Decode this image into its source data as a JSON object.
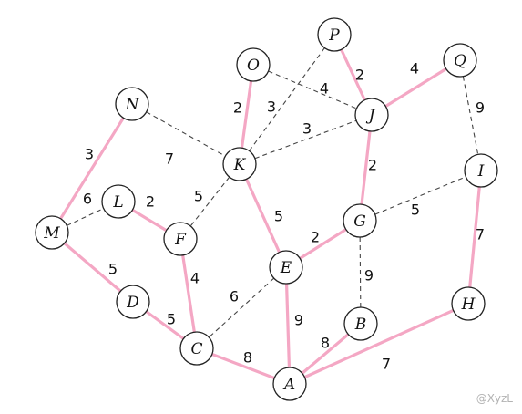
{
  "colors": {
    "tree_edge": "#f4a7c4",
    "other_edge": "#444444"
  },
  "watermark": "@XyzL",
  "nodes": [
    {
      "id": "P",
      "label": "P"
    },
    {
      "id": "Q",
      "label": "Q"
    },
    {
      "id": "O",
      "label": "O"
    },
    {
      "id": "J",
      "label": "J"
    },
    {
      "id": "N",
      "label": "N"
    },
    {
      "id": "K",
      "label": "K"
    },
    {
      "id": "I",
      "label": "I"
    },
    {
      "id": "L",
      "label": "L"
    },
    {
      "id": "G",
      "label": "G"
    },
    {
      "id": "M",
      "label": "M"
    },
    {
      "id": "F",
      "label": "F"
    },
    {
      "id": "E",
      "label": "E"
    },
    {
      "id": "D",
      "label": "D"
    },
    {
      "id": "H",
      "label": "H"
    },
    {
      "id": "B",
      "label": "B"
    },
    {
      "id": "C",
      "label": "C"
    },
    {
      "id": "A",
      "label": "A"
    }
  ],
  "edges": [
    {
      "from": "P",
      "to": "J",
      "weight": "2",
      "tree": true
    },
    {
      "from": "J",
      "to": "Q",
      "weight": "4",
      "tree": true
    },
    {
      "from": "O",
      "to": "K",
      "weight": "2",
      "tree": true
    },
    {
      "from": "J",
      "to": "G",
      "weight": "2",
      "tree": true
    },
    {
      "from": "N",
      "to": "M",
      "weight": "3",
      "tree": true
    },
    {
      "from": "K",
      "to": "E",
      "weight": "5",
      "tree": true
    },
    {
      "from": "L",
      "to": "F",
      "weight": "2",
      "tree": true
    },
    {
      "from": "G",
      "to": "E",
      "weight": "2",
      "tree": true
    },
    {
      "from": "M",
      "to": "D",
      "weight": "5",
      "tree": true
    },
    {
      "from": "F",
      "to": "C",
      "weight": "4",
      "tree": true
    },
    {
      "from": "E",
      "to": "A",
      "weight": "9",
      "tree": true
    },
    {
      "from": "I",
      "to": "H",
      "weight": "7",
      "tree": true
    },
    {
      "from": "D",
      "to": "C",
      "weight": "5",
      "tree": true
    },
    {
      "from": "C",
      "to": "A",
      "weight": "8",
      "tree": true
    },
    {
      "from": "B",
      "to": "A",
      "weight": "8",
      "tree": true
    },
    {
      "from": "A",
      "to": "H",
      "weight": "7",
      "tree": true
    },
    {
      "from": "O",
      "to": "J",
      "weight": "4",
      "tree": false
    },
    {
      "from": "P",
      "to": "K",
      "weight": "3",
      "tree": false
    },
    {
      "from": "K",
      "to": "J",
      "weight": "3",
      "tree": false
    },
    {
      "from": "N",
      "to": "K",
      "weight": "7",
      "tree": false
    },
    {
      "from": "K",
      "to": "F",
      "weight": "5",
      "tree": false
    },
    {
      "from": "Q",
      "to": "I",
      "weight": "9",
      "tree": false
    },
    {
      "from": "G",
      "to": "I",
      "weight": "5",
      "tree": false
    },
    {
      "from": "M",
      "to": "L",
      "weight": "6",
      "tree": false
    },
    {
      "from": "G",
      "to": "B",
      "weight": "9",
      "tree": false
    },
    {
      "from": "E",
      "to": "C",
      "weight": "6",
      "tree": false
    }
  ]
}
